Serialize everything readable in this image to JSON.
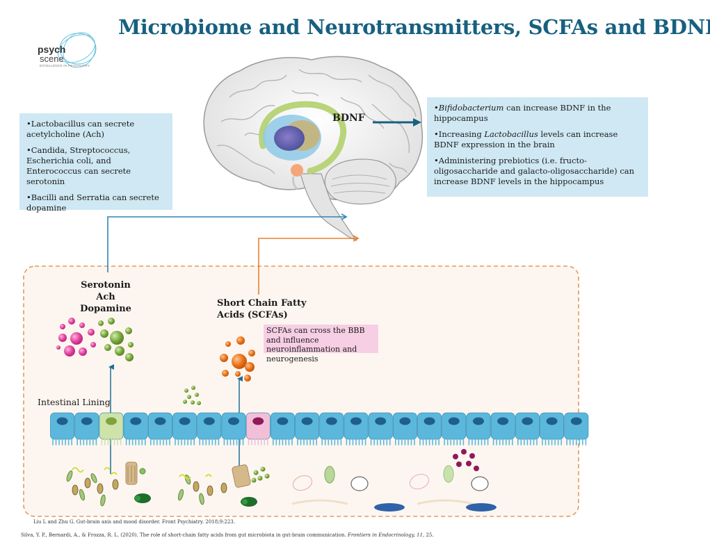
{
  "header": {
    "title": "Microbiome and Neurotransmitters, SCFAs and BDNF"
  },
  "logo": {
    "line1": "psych",
    "line2": "scene",
    "tagline": "EXCELLENCE IN PSYCHIATRY"
  },
  "left_box": {
    "items": [
      "•Lactobacillus can secrete acetylcholine (Ach)",
      "•Candida, Streptococcus, Escherichia coli, and Enterococcus can secrete serotonin",
      "•Bacilli and Serratia can secrete dopamine"
    ]
  },
  "bdnf": {
    "label": "BDNF"
  },
  "right_box": {
    "item1_italic": "Bifidobacterium",
    "item1_rest": " can increase BDNF in the hippocampus",
    "item2_pre": "•Increasing ",
    "item2_italic": "Lactobacillus",
    "item2_rest": " levels can increase BDNF expression in the brain",
    "item3": "•Administering prebiotics (i.e. fructo-oligosaccharide and galacto-oligosaccharide) can increase BDNF levels in the hippocampus"
  },
  "neurotransmitters": {
    "line1": "Serotonin",
    "line2": "Ach",
    "line3": "Dopamine"
  },
  "scfa": {
    "line1": "Short Chain Fatty",
    "line2": "Acids (SCFAs)",
    "note": "SCFAs can cross the BBB and influence neuroinflammation and neurogenesis"
  },
  "lining": {
    "label": "Intestinal Lining"
  },
  "references": {
    "ref1": "Liu L and Zhu G. Gut-brain axis and mood disorder. Front Psychiatry. 2018;9:223.",
    "ref2_pre": "Silva, Y. P., Bernardi, A., & Frozza, R. L. (2020). The role of short-chain fatty acids from gut microbiota in gut-brain communication. ",
    "ref2_italic": "Frontiers in Endocrinology, 11",
    "ref2_post": ", 25."
  },
  "colors": {
    "title": "#17607f",
    "info_box": "#cfe8f3",
    "scfa_note": "#f6cfe4",
    "blue_arrow": "#2d86b5",
    "orange_arrow": "#e8802d",
    "cell": "#5bb8dc",
    "nucleus": "#1f5f8c",
    "magenta": "#e0409d",
    "green": "#77a83a",
    "orange": "#ea6f16"
  }
}
